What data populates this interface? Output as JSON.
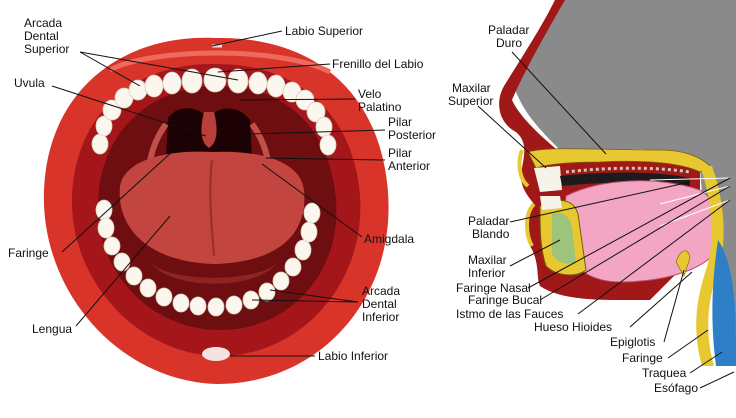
{
  "mouth_view": {
    "labels": {
      "arcada_superior": [
        "Arcada",
        "Dental",
        "Superior"
      ],
      "labio_superior": "Labio Superior",
      "frenillo": "Frenillo del Labio",
      "uvula": "Uvula",
      "velo": [
        "Velo",
        "Palatino"
      ],
      "pilar_posterior": [
        "Pilar",
        "Posterior"
      ],
      "pilar_anterior": [
        "Pilar",
        "Anterior"
      ],
      "faringe": "Faringe",
      "amigdala": "Amigdala",
      "lengua": "Lengua",
      "arcada_inferior": [
        "Arcada",
        "Dental",
        "Inferior"
      ],
      "labio_inferior": "Labio Inferior"
    }
  },
  "sagittal_view": {
    "labels": {
      "paladar_duro": [
        "Paladar",
        "Duro"
      ],
      "maxilar_superior": [
        "Maxilar",
        "Superior"
      ],
      "paladar_blando": [
        "Paladar",
        "Blando"
      ],
      "maxilar_inferior": [
        "Maxilar",
        "Inferior"
      ],
      "faringe_nasal": "Faringe Nasal",
      "faringe_bucal": "Faringe Bucal",
      "istmo": "Istmo de las Fauces",
      "hueso_hioides": "Hueso Hioides",
      "epiglotis": "Epiglotis",
      "faringe": "Faringe",
      "traquea": "Traquea",
      "esofago": "Esófago"
    }
  },
  "colors": {
    "lip_red": "#d8342a",
    "lip_dark": "#a4161a",
    "cavity": "#6e0e10",
    "tongue": "#c2453f",
    "teeth": "#fbf7ef",
    "skin_gray": "#8a8a8a",
    "tongue_pink": "#f2a6c4",
    "bone_yellow": "#e8c830",
    "trachea_blue": "#2f7fc8"
  }
}
